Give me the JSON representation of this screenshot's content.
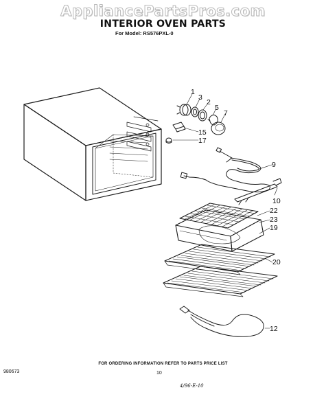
{
  "header": {
    "watermark": "AppliancePartsPros.com",
    "title": "INTERIOR OVEN PARTS",
    "model_line": "For Model: RS576PXL-0"
  },
  "diagram": {
    "callouts": [
      "1",
      "3",
      "2",
      "5",
      "7",
      "15",
      "17",
      "9",
      "10",
      "22",
      "23",
      "19",
      "20",
      "12"
    ]
  },
  "footer": {
    "ordering_note": "FOR ORDERING INFORMATION REFER TO PARTS PRICE LIST",
    "doc_code": "980673",
    "page_number": "10",
    "handwritten_note": "4/96-E-10"
  }
}
